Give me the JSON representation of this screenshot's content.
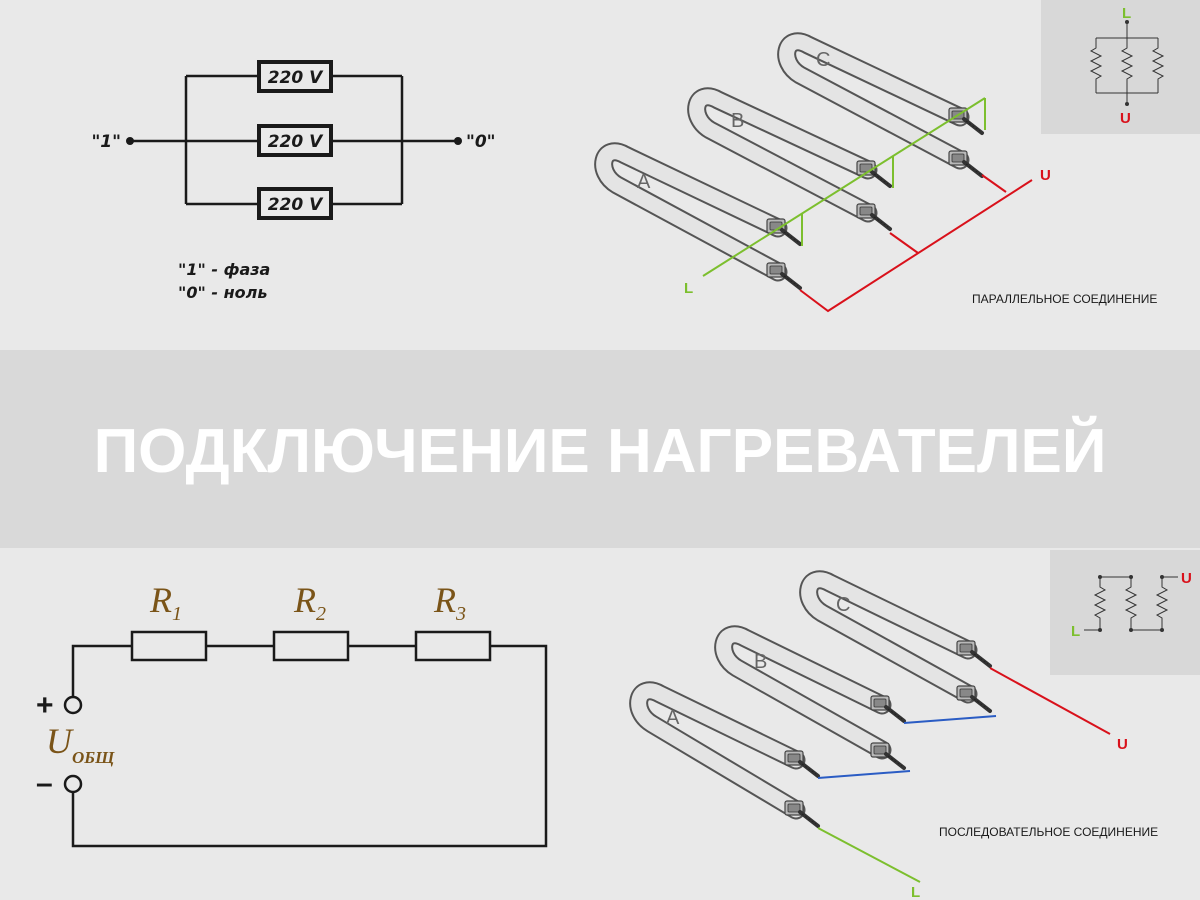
{
  "banner": {
    "title": "ПОДКЛЮЧЕНИЕ НАГРЕВАТЕЛЕЙ"
  },
  "colors": {
    "background": "#e9e9e9",
    "banner": "#d9d9d9",
    "banner_text": "#ffffff",
    "phase": "#7cbf2e",
    "neutral": "#d9111b",
    "jumper": "#2a5cc4",
    "brown_text": "#7a5418",
    "inset": "#d8d8d8"
  },
  "parallel_schematic": {
    "resistor_labels": [
      "220 V",
      "220 V",
      "220 V"
    ],
    "phase_terminal": "\"1\"",
    "neutral_terminal": "\"0\"",
    "legend": [
      "\"1\" - фаза",
      "\"0\" - ноль"
    ]
  },
  "parallel_heaters": {
    "heater_labels": [
      "A",
      "B",
      "C"
    ],
    "phase_label": "L",
    "neutral_label": "U",
    "caption": "ПАРАЛЛЕЛЬНОЕ СОЕДИНЕНИЕ",
    "inset": {
      "top_label": "L",
      "bottom_label": "U"
    }
  },
  "series_schematic": {
    "resistors": [
      {
        "letter": "R",
        "sub": "1"
      },
      {
        "letter": "R",
        "sub": "2"
      },
      {
        "letter": "R",
        "sub": "3"
      }
    ],
    "plus": "+",
    "minus": "–",
    "voltage": {
      "letter": "U",
      "sub": "ОБЩ"
    }
  },
  "series_heaters": {
    "heater_labels": [
      "A",
      "B",
      "C"
    ],
    "phase_label": "L",
    "neutral_label": "U",
    "caption": "ПОСЛЕДОВАТЕЛЬНОЕ СОЕДИНЕНИЕ",
    "inset": {
      "left_label": "L",
      "right_label": "U"
    }
  }
}
